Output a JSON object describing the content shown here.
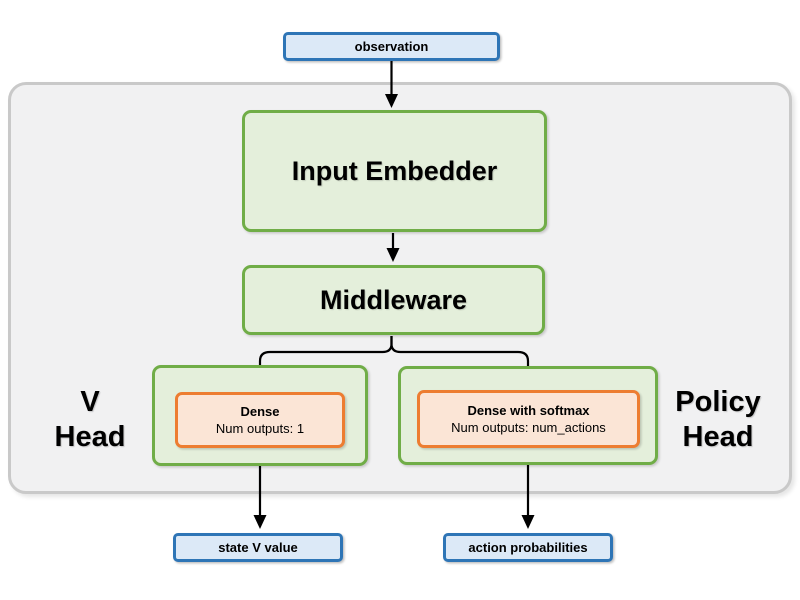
{
  "diagram": {
    "nodes": {
      "observation": {
        "label": "observation"
      },
      "input_embedder": {
        "label": "Input Embedder"
      },
      "middleware": {
        "label": "Middleware"
      },
      "v_head_label": {
        "line1": "V",
        "line2": "Head"
      },
      "policy_head_label": {
        "line1": "Policy",
        "line2": "Head"
      },
      "dense": {
        "title": "Dense",
        "subtitle": "Num outputs: 1"
      },
      "dense_softmax": {
        "title": "Dense with softmax",
        "subtitle": "Num outputs: num_actions"
      },
      "state_v_value": {
        "label": "state V value"
      },
      "action_probabilities": {
        "label": "action probabilities"
      }
    },
    "colors": {
      "blue_border": "#2E75B6",
      "blue_fill": "#DCE9F7",
      "green_border": "#70AD47",
      "green_fill": "#E4EFDB",
      "orange_border": "#ED7D31",
      "orange_fill": "#FBE5D6",
      "container_fill": "#F1F1F2",
      "container_border": "#C9C9C9",
      "arrow": "#000000"
    }
  }
}
